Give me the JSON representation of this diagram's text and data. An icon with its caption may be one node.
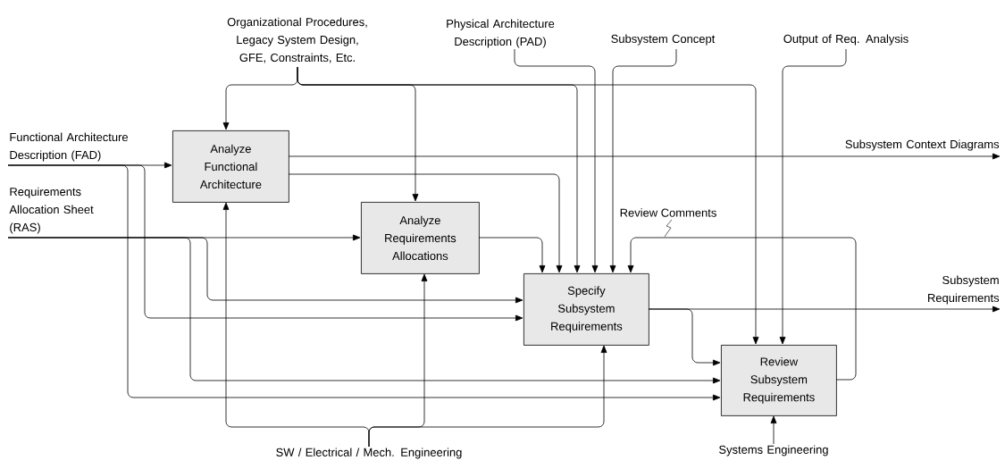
{
  "diagram": {
    "nodes": [
      {
        "text": [
          "Organizational Procedures, Legacy System Design, GFE, Constraints, Etc."
        ]
      },
      {
        "text": [
          "Physical Architecture Description (PAD)"
        ]
      },
      {
        "text": [
          "Subsystem Concept"
        ]
      },
      {
        "text": [
          "Output of Req. Analysis"
        ]
      },
      {
        "text": [
          "Functional Architecture Description (FAD)"
        ]
      },
      {
        "text": [
          "Requirements Allocation Sheet (RAS)"
        ]
      },
      {
        "text": [
          "Analyze Functional Architecture"
        ]
      },
      {
        "text": [
          "Analyze Requirements Allocations"
        ]
      },
      {
        "text": [
          "Specify Subsystem Requirements"
        ]
      },
      {
        "text": [
          "Review Subsystem Requirements"
        ]
      },
      {
        "text": [
          "Subsystem Context Diagrams"
        ]
      },
      {
        "text": [
          "Subsystem Requirements"
        ]
      },
      {
        "text": [
          "SW / Electrical / Mech. Engineering"
        ]
      },
      {
        "text": [
          "Systems Engineering"
        ]
      }
    ],
    "edges": [
      {
        "from": 0,
        "to": 6,
        "arrow": "to"
      },
      {
        "from": 0,
        "to": 7,
        "arrow": "to"
      },
      {
        "from": 0,
        "to": 8,
        "arrow": "to"
      },
      {
        "from": 0,
        "to": 9,
        "arrow": "to"
      },
      {
        "from": 1,
        "to": 8,
        "arrow": "to"
      },
      {
        "from": 2,
        "to": 8,
        "arrow": "to"
      },
      {
        "from": 3,
        "to": 9,
        "arrow": "to"
      },
      {
        "from": 4,
        "to": 6,
        "arrow": "to"
      },
      {
        "from": 4,
        "to": 8,
        "arrow": "to"
      },
      {
        "from": 4,
        "to": 9,
        "arrow": "to"
      },
      {
        "from": 5,
        "to": 7,
        "arrow": "to"
      },
      {
        "from": 5,
        "to": 8,
        "arrow": "to"
      },
      {
        "from": 5,
        "to": 9,
        "arrow": "to"
      },
      {
        "from": 6,
        "to": 10,
        "arrow": "to"
      },
      {
        "from": 6,
        "to": 8,
        "arrow": "to"
      },
      {
        "from": 7,
        "to": 8,
        "arrow": "to"
      },
      {
        "from": 8,
        "to": 11,
        "arrow": "to"
      },
      {
        "from": 8,
        "to": 9,
        "arrow": "to"
      },
      {
        "from": 9,
        "to": 8,
        "arrow": "to",
        "label": "Review Comments"
      },
      {
        "from": 12,
        "to": 6,
        "arrow": "to"
      },
      {
        "from": 12,
        "to": 7,
        "arrow": "to"
      },
      {
        "from": 12,
        "to": 8,
        "arrow": "to"
      },
      {
        "from": 13,
        "to": 9,
        "arrow": "to"
      }
    ]
  }
}
